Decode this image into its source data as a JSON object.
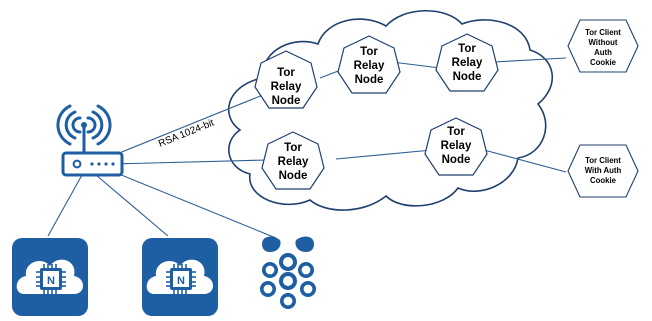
{
  "diagram": {
    "relay_node_label": [
      "Tor",
      "Relay",
      "Node"
    ],
    "client_without_auth": [
      "Tor Client",
      "Without",
      "Auth",
      "Cookie"
    ],
    "client_with_auth": [
      "Tor Client",
      "With Auth",
      "Cookie"
    ],
    "link_label": "RSA 1024-bit",
    "chip_letter": "N"
  },
  "colors": {
    "line": "#2e5d93",
    "cloud_stroke": "#1f3f6e",
    "device_blue": "#1e5fa3",
    "text": "#000000"
  },
  "icons": {
    "router": "router-icon",
    "iot_device_1": "iot-cloud-chip-icon",
    "iot_device_2": "iot-cloud-chip-icon",
    "raspberry_pi": "raspberry-pi-icon"
  }
}
